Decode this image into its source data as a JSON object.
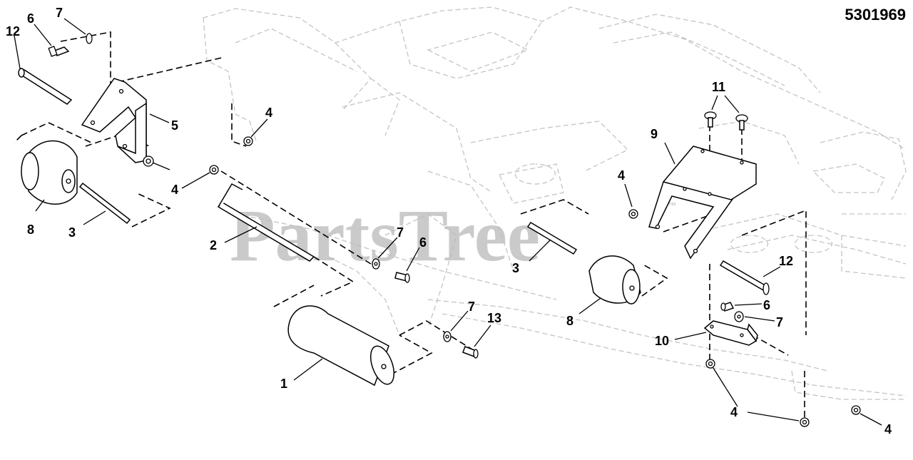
{
  "diagram": {
    "part_number": "5301969",
    "watermark": "PartsTree",
    "watermark_tm": "™"
  },
  "callouts": {
    "c1": "1",
    "c2": "2",
    "c3a": "3",
    "c3b": "3",
    "c4a": "4",
    "c4b": "4",
    "c4c": "4",
    "c4d": "4",
    "c4e": "4",
    "c5": "5",
    "c6a": "6",
    "c6b": "6",
    "c6c": "6",
    "c7a": "7",
    "c7b": "7",
    "c7c": "7",
    "c7d": "7",
    "c8a": "8",
    "c8b": "8",
    "c9": "9",
    "c10": "10",
    "c11": "11",
    "c12a": "12",
    "c12b": "12",
    "c13": "13"
  }
}
